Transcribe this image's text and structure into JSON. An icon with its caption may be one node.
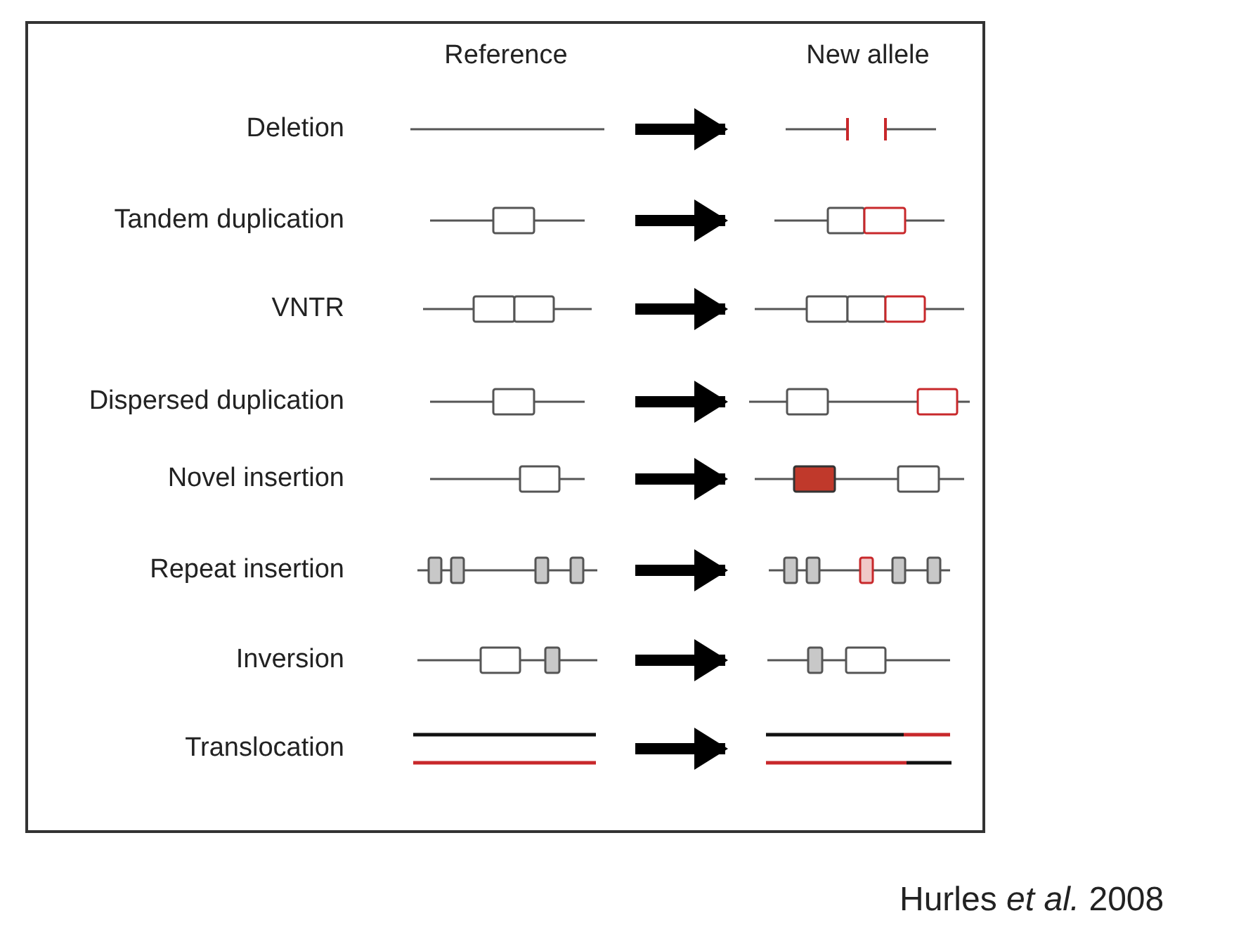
{
  "diagram": {
    "nodes": [
      {
        "text": [],
        "shape": "picture"
      },
      {
        "text": [],
        "shape": "picture"
      },
      {
        "text": [],
        "shape": "picture"
      },
      {
        "text": [],
        "shape": "picture"
      },
      {
        "text": [],
        "shape": "picture"
      },
      {
        "text": [],
        "shape": "picture"
      },
      {
        "text": [],
        "shape": "picture"
      },
      {
        "text": [],
        "shape": "picture"
      },
      {
        "text": [],
        "shape": "picture"
      },
      {
        "text": [],
        "shape": "picture"
      },
      {
        "text": [],
        "shape": "picture"
      },
      {
        "text": [],
        "shape": "picture"
      },
      {
        "text": [],
        "shape": "picture"
      },
      {
        "text": [],
        "shape": "picture"
      },
      {
        "text": [],
        "shape": "picture"
      },
      {
        "text": [],
        "shape": "picture"
      }
    ],
    "edges": [
      {
        "from": 0,
        "to": 1,
        "arrow": "to"
      },
      {
        "from": 2,
        "to": 3,
        "arrow": "to"
      },
      {
        "from": 4,
        "to": 5,
        "arrow": "to"
      },
      {
        "from": 6,
        "to": 7,
        "arrow": "to"
      },
      {
        "from": 8,
        "to": 9,
        "arrow": "to"
      },
      {
        "from": 10,
        "to": 11,
        "arrow": "to"
      },
      {
        "from": 12,
        "to": 13,
        "arrow": "to"
      },
      {
        "from": 14,
        "to": 15,
        "arrow": "to"
      }
    ],
    "labels": [
      "Reference",
      "New allele",
      "Deletion",
      "Tandem duplication",
      "VNTR",
      "Dispersed duplication",
      "Novel insertion",
      "Repeat insertion",
      "Inversion",
      "Translocation",
      "Hurles *et al.* 2008"
    ]
  }
}
